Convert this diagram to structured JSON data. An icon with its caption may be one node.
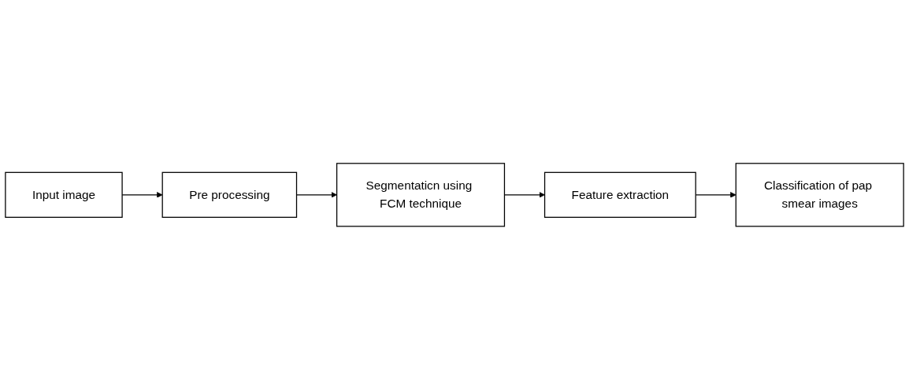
{
  "diagram": {
    "nodes": [
      {
        "text": [
          "Input image"
        ]
      },
      {
        "text": [
          "Pre processing"
        ]
      },
      {
        "text": [
          "Segmentaticn using FCM technique"
        ]
      },
      {
        "text": [
          "Feature extraction"
        ]
      },
      {
        "text": [
          "Classification of pap smear images"
        ]
      }
    ],
    "edges": [
      {
        "from": 0,
        "to": 1,
        "arrow": "to"
      },
      {
        "from": 1,
        "to": 2,
        "arrow": "to"
      },
      {
        "from": 2,
        "to": 3,
        "arrow": "to"
      },
      {
        "from": 3,
        "to": 4,
        "arrow": "to"
      }
    ]
  }
}
